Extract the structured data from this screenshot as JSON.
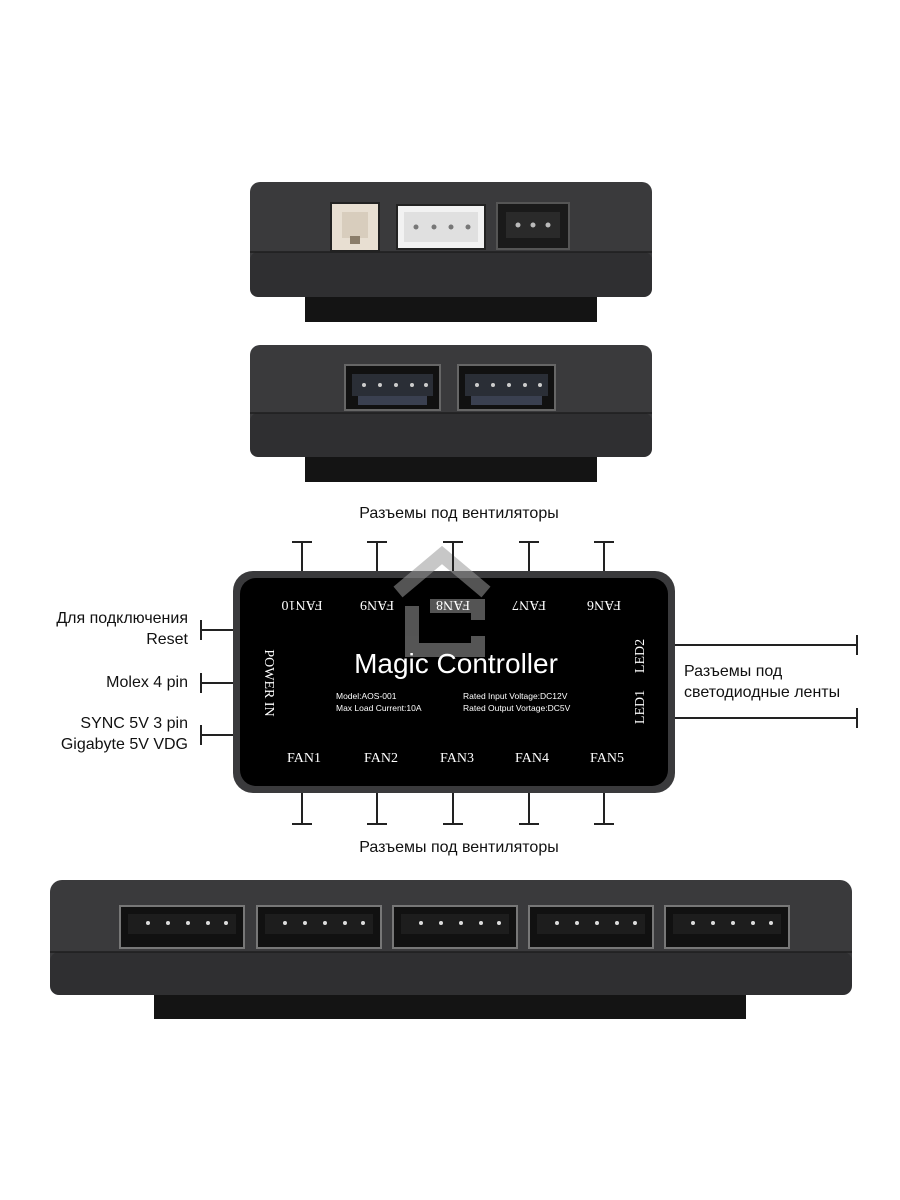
{
  "labels": {
    "top_fans": "Разъемы под вентиляторы",
    "bottom_fans": "Разъемы под вентиляторы",
    "reset_line1": "Для подключения",
    "reset_line2": "Reset",
    "molex": "Molex 4 pin",
    "sync_line1": "SYNC 5V 3 pin",
    "sync_line2": "Gigabyte 5V VDG",
    "led_line1": "Разъемы под",
    "led_line2": "светодиодные ленты"
  },
  "board": {
    "title": "Magic Controller",
    "model": "Model:AOS-001",
    "max_current": "Max Load Current:10A",
    "input_voltage": "Rated Input Voltage:DC12V",
    "output_voltage": "Rated Output Vortage:DC5V",
    "power_in": "POWER IN",
    "led1": "LED1",
    "led2": "LED2",
    "top_fans": [
      "FAN10",
      "FAN9",
      "FAN8",
      "FAN7",
      "FAN6"
    ],
    "bottom_fans": [
      "FAN1",
      "FAN2",
      "FAN3",
      "FAN4",
      "FAN5"
    ]
  },
  "colors": {
    "housing": "#3a3a3c",
    "housing_edge": "#2a2a2c",
    "board": "#000000",
    "white_connector": "#f2f2f2"
  }
}
